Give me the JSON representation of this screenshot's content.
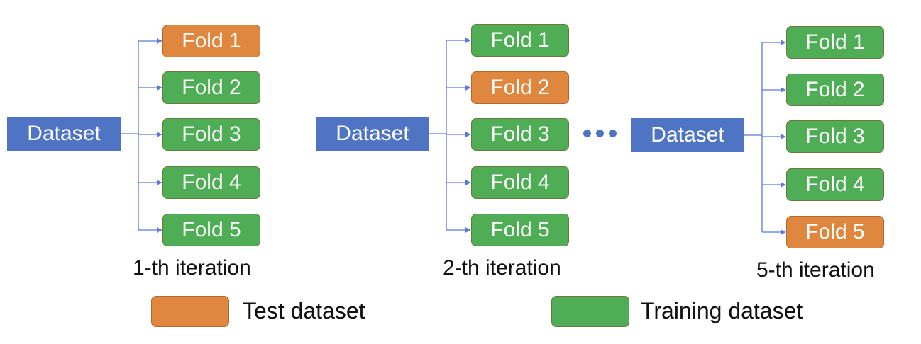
{
  "colors": {
    "dataset": "#4f74c4",
    "test": "#e0873f",
    "training": "#4fad55",
    "connector": "#5b7bd5"
  },
  "iterations": [
    {
      "dataset_label": "Dataset",
      "caption": "1-th iteration",
      "folds": [
        {
          "label": "Fold 1",
          "role": "test"
        },
        {
          "label": "Fold 2",
          "role": "train"
        },
        {
          "label": "Fold 3",
          "role": "train"
        },
        {
          "label": "Fold 4",
          "role": "train"
        },
        {
          "label": "Fold 5",
          "role": "train"
        }
      ]
    },
    {
      "dataset_label": "Dataset",
      "caption": "2-th iteration",
      "folds": [
        {
          "label": "Fold 1",
          "role": "train"
        },
        {
          "label": "Fold 2",
          "role": "test"
        },
        {
          "label": "Fold 3",
          "role": "train"
        },
        {
          "label": "Fold 4",
          "role": "train"
        },
        {
          "label": "Fold 5",
          "role": "train"
        }
      ]
    },
    {
      "dataset_label": "Dataset",
      "caption": "5-th iteration",
      "folds": [
        {
          "label": "Fold 1",
          "role": "train"
        },
        {
          "label": "Fold 2",
          "role": "train"
        },
        {
          "label": "Fold 3",
          "role": "train"
        },
        {
          "label": "Fold 4",
          "role": "train"
        },
        {
          "label": "Fold 5",
          "role": "test"
        }
      ]
    }
  ],
  "legend": {
    "test_label": "Test dataset",
    "training_label": "Training dataset"
  }
}
